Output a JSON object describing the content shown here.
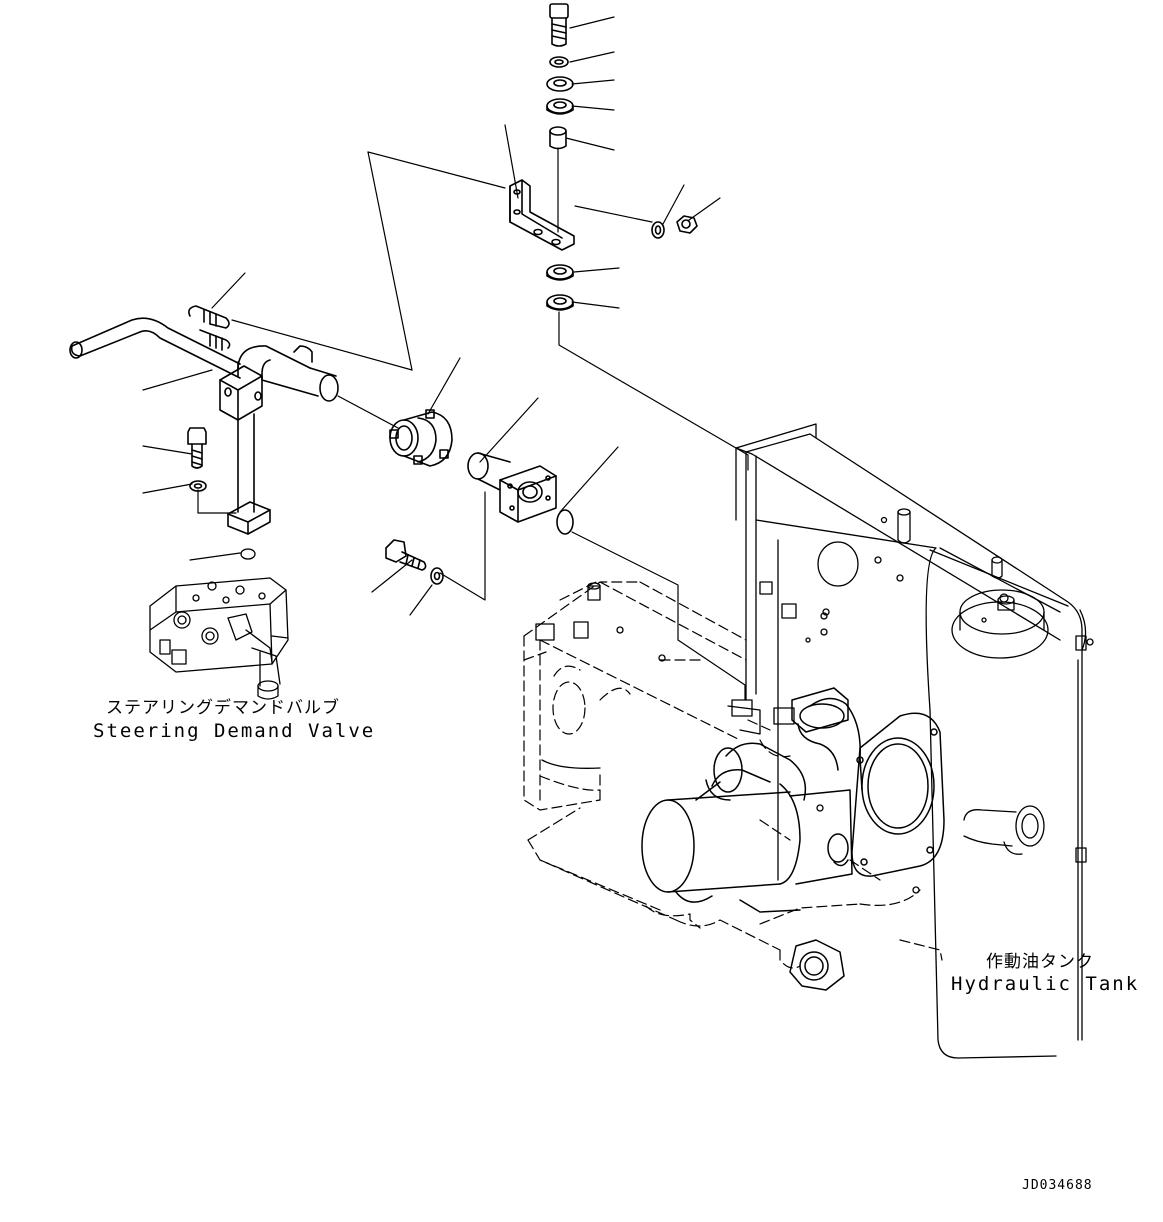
{
  "labels": {
    "steering_valve_jp": "ステアリングデマンドバルブ",
    "steering_valve_en": "Steering Demand Valve",
    "hydraulic_tank_jp": "作動油タンク",
    "hydraulic_tank_en": "Hydraulic Tank",
    "drawing_id": "JD034688"
  }
}
